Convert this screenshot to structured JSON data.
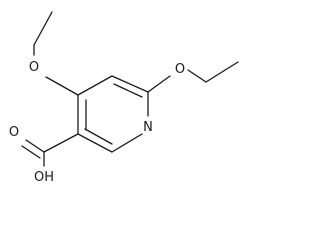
{
  "molecule": {
    "atoms": {
      "o_upper": "O",
      "o_right": "O",
      "n_ring": "N",
      "o_carbonyl": "O",
      "oh": "OH"
    }
  },
  "colors": {
    "bond": "#1a1a1a",
    "background": "#ffffff"
  }
}
